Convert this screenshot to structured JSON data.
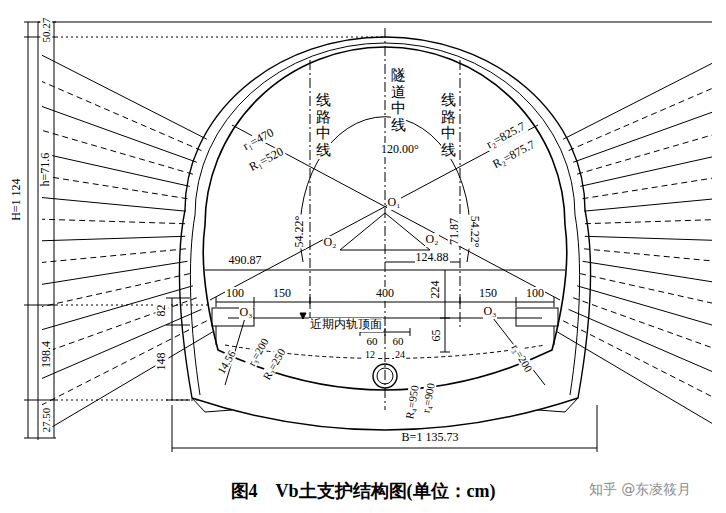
{
  "diagram": {
    "caption": "图4　Vb土支护结构图(单位：cm)",
    "labels": [
      "50.27",
      "H=1 124",
      "h=71.6",
      "198.4",
      "27.50",
      "B=1 135.73",
      "线路中线",
      "隧道中线",
      "线路中线",
      "r₁=470",
      "R₁=520",
      "120.00°",
      "r₂=825.7",
      "R₂=875.7",
      "O₁",
      "54.22°",
      "O₂",
      "O₂",
      "71.87",
      "54.22°",
      "490.87",
      "124.88",
      "224",
      "100",
      "150",
      "400",
      "150",
      "100",
      "82",
      "O₃",
      "近期内轨顶面",
      "O₃",
      "65",
      "60",
      "60",
      "12",
      "24",
      "148",
      "14.56",
      "r₃=200",
      "R₃=250",
      "r₃=200",
      "r₄=900",
      "R₄=950",
      "知乎 @东凌筱月"
    ]
  }
}
